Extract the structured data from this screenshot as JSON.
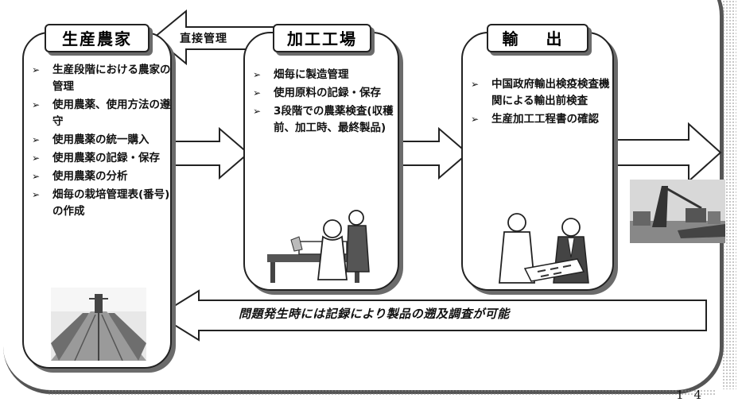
{
  "stages": {
    "farm": {
      "title": "生産農家",
      "items": [
        "生産段階における農家の管理",
        "使用農薬、使用方法の遵守",
        "使用農薬の統一購入",
        "使用農薬の記録・保存",
        "使用農薬の分析",
        "畑毎の栽培管理表(番号)の作成"
      ]
    },
    "factory": {
      "title": "加工工場",
      "items": [
        "畑毎に製造管理",
        "使用原料の記録・保存",
        "3段階での農薬検査(収穫前、加工時、最終製品)"
      ]
    },
    "export": {
      "title": "輸 出",
      "items": [
        "中国政府輸出検疫検査機関による輸出前検査",
        "生産加工工程書の確認"
      ]
    }
  },
  "arrows": {
    "direct_management": "直接管理",
    "traceability": "問題発生時には記録により製品の遡及調査が可能"
  },
  "page_number": "1 4",
  "bullet_glyph": "➢",
  "colors": {
    "stroke": "#222222",
    "shadow": "#6b6b6b",
    "background": "#ffffff"
  }
}
